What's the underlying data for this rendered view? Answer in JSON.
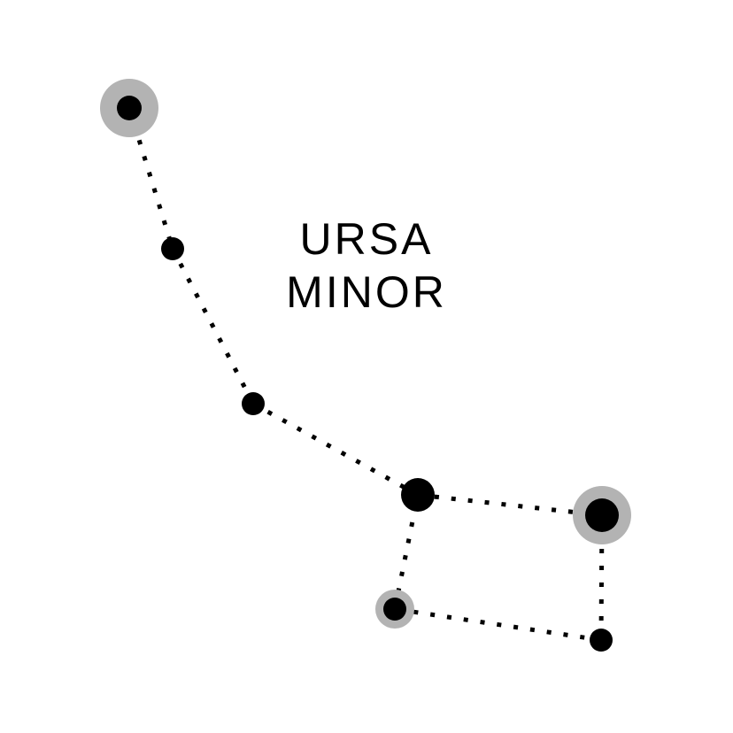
{
  "title": {
    "line1": "URSA",
    "line2": "MINOR"
  },
  "colors": {
    "background": "#ffffff",
    "star": "#000000",
    "halo": "#b3b3b3",
    "line": "#000000"
  },
  "stars": [
    {
      "id": "star-1",
      "halo": true
    },
    {
      "id": "star-2",
      "halo": false
    },
    {
      "id": "star-3",
      "halo": false
    },
    {
      "id": "star-4",
      "halo": false
    },
    {
      "id": "star-5",
      "halo": true
    },
    {
      "id": "star-6",
      "halo": false
    },
    {
      "id": "star-7",
      "halo": true
    }
  ],
  "connections": [
    [
      "star-1",
      "star-2"
    ],
    [
      "star-2",
      "star-3"
    ],
    [
      "star-3",
      "star-4"
    ],
    [
      "star-4",
      "star-5"
    ],
    [
      "star-5",
      "star-6"
    ],
    [
      "star-6",
      "star-7"
    ],
    [
      "star-7",
      "star-4"
    ]
  ]
}
